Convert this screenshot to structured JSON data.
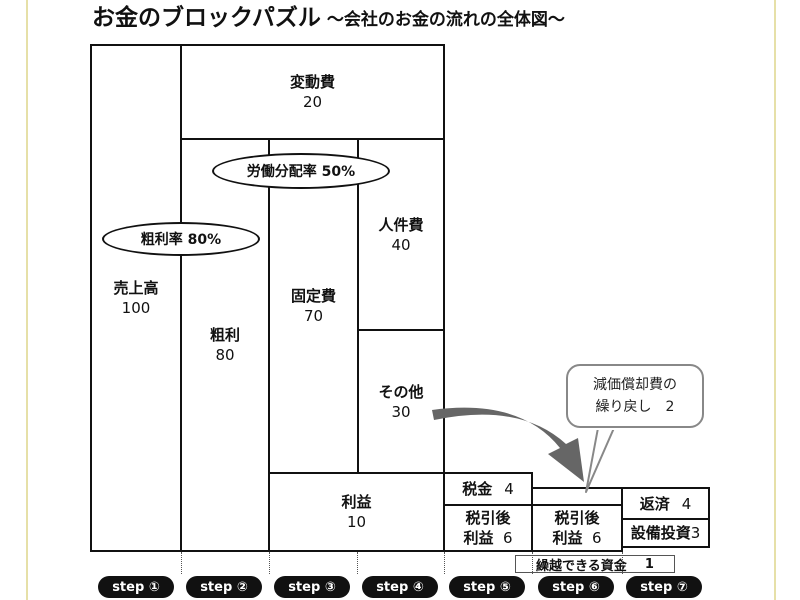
{
  "title": {
    "main": "お金のブロックパズル",
    "sub": "～会社のお金の流れの全体図～"
  },
  "blocks": {
    "sales": {
      "label": "売上高",
      "value": "100"
    },
    "gross_profit": {
      "label": "粗利",
      "value": "80"
    },
    "variable_cost": {
      "label": "変動費",
      "value": "20"
    },
    "fixed_cost": {
      "label": "固定費",
      "value": "70"
    },
    "personnel_cost": {
      "label": "人件費",
      "value": "40"
    },
    "other_cost": {
      "label": "その他",
      "value": "30"
    },
    "profit": {
      "label": "利益",
      "value": "10"
    },
    "tax": {
      "label": "税金",
      "value": "4"
    },
    "after_tax_profit_1": {
      "label": "税引後",
      "label2": "利益",
      "value": "6"
    },
    "after_tax_profit_2": {
      "label": "税引後",
      "label2": "利益",
      "value": "6"
    },
    "repayment": {
      "label": "返済",
      "value": "4"
    },
    "capex": {
      "label": "設備投資",
      "value": "3"
    }
  },
  "ovals": {
    "gross_margin": "粗利率 80%",
    "labor_share": "労働分配率 50%"
  },
  "callout": {
    "line1": "減価償却費の",
    "line2": "繰り戻し　2"
  },
  "carryover": {
    "label": "繰越できる資金",
    "value": "1"
  },
  "steps": [
    "step ①",
    "step ②",
    "step ③",
    "step ④",
    "step ⑤",
    "step ⑥",
    "step ⑦"
  ],
  "colors": {
    "arrow": "#666666",
    "border": "#111111",
    "frame": "#e6e0a8",
    "step_bg": "#111111"
  }
}
